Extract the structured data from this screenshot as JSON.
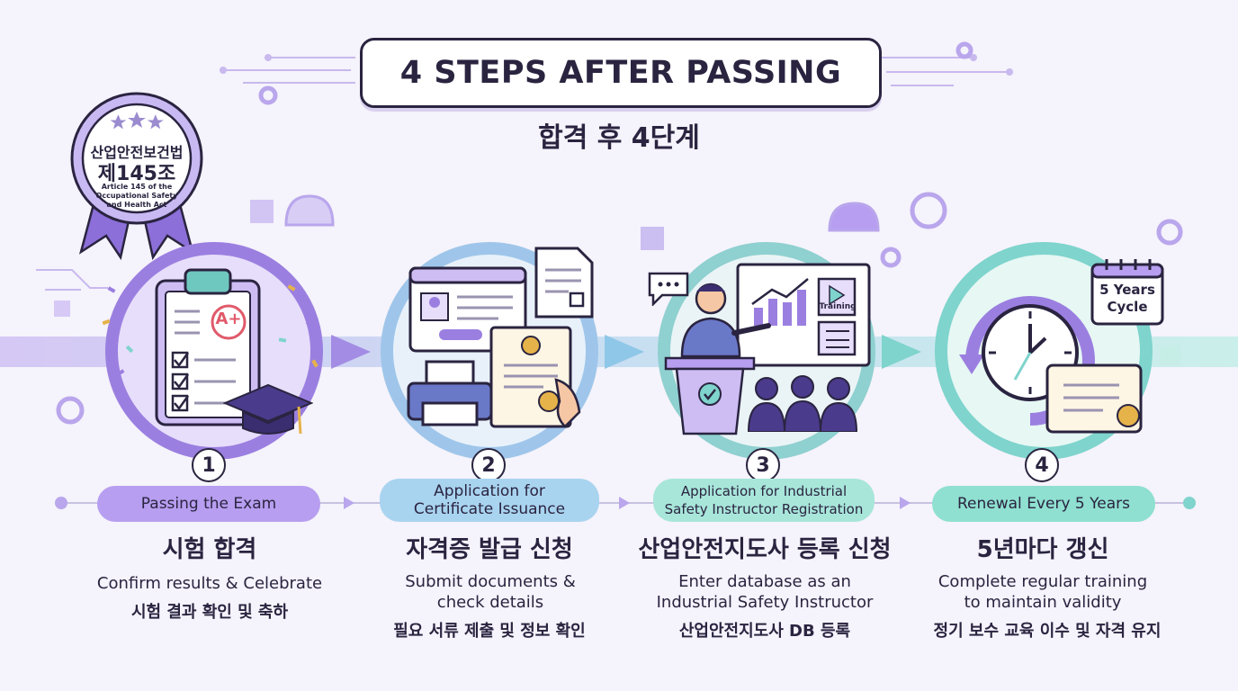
{
  "header": {
    "title": "4 STEPS AFTER PASSING",
    "subtitle": "합격 후 4단계"
  },
  "badge": {
    "law_name": "산업안전보건법",
    "article": "제145조",
    "english": "Article 145 of the Occupational Safety and Health Act"
  },
  "colors": {
    "purple": "#9b7fe0",
    "purple_light": "#cdbdf3",
    "teal": "#6fd6c4",
    "teal_light": "#bfeee6",
    "blue": "#8fc7e8",
    "dark": "#2a2440"
  },
  "steps": [
    {
      "number": "1",
      "label": "Passing the Exam",
      "title_ko": "시험 합격",
      "desc_en": "Confirm results & Celebrate",
      "desc_ko": "시험 결과 확인 및 축하",
      "icons": [
        "clipboard-icon",
        "graduation-cap-icon",
        "confetti-icon"
      ]
    },
    {
      "number": "2",
      "label": "Application for Certificate Issuance",
      "title_ko": "자격증 발급 신청",
      "desc_en": "Submit documents & check details",
      "desc_ko": "필요 서류 제출 및 정보 확인",
      "icons": [
        "browser-form-icon",
        "printer-icon",
        "certificate-icon"
      ]
    },
    {
      "number": "3",
      "label": "Application for Industrial Safety Instructor Registration",
      "title_ko": "산업안전지도사 등록 신청",
      "desc_en": "Enter database as an Industrial Safety Instructor",
      "desc_ko": "산업안전지도사 DB 등록",
      "board_text": "Training",
      "icons": [
        "instructor-icon",
        "presentation-board-icon",
        "audience-icon"
      ]
    },
    {
      "number": "4",
      "label": "Renewal Every 5 Years",
      "title_ko": "5년마다 갱신",
      "desc_en": "Complete regular training to maintain validity",
      "desc_ko": "정기 보수 교육 이수 및 자격 유지",
      "calendar_text": "5 Years Cycle",
      "icons": [
        "clock-icon",
        "calendar-icon",
        "certificate-icon"
      ]
    }
  ],
  "grade_mark": "A+"
}
